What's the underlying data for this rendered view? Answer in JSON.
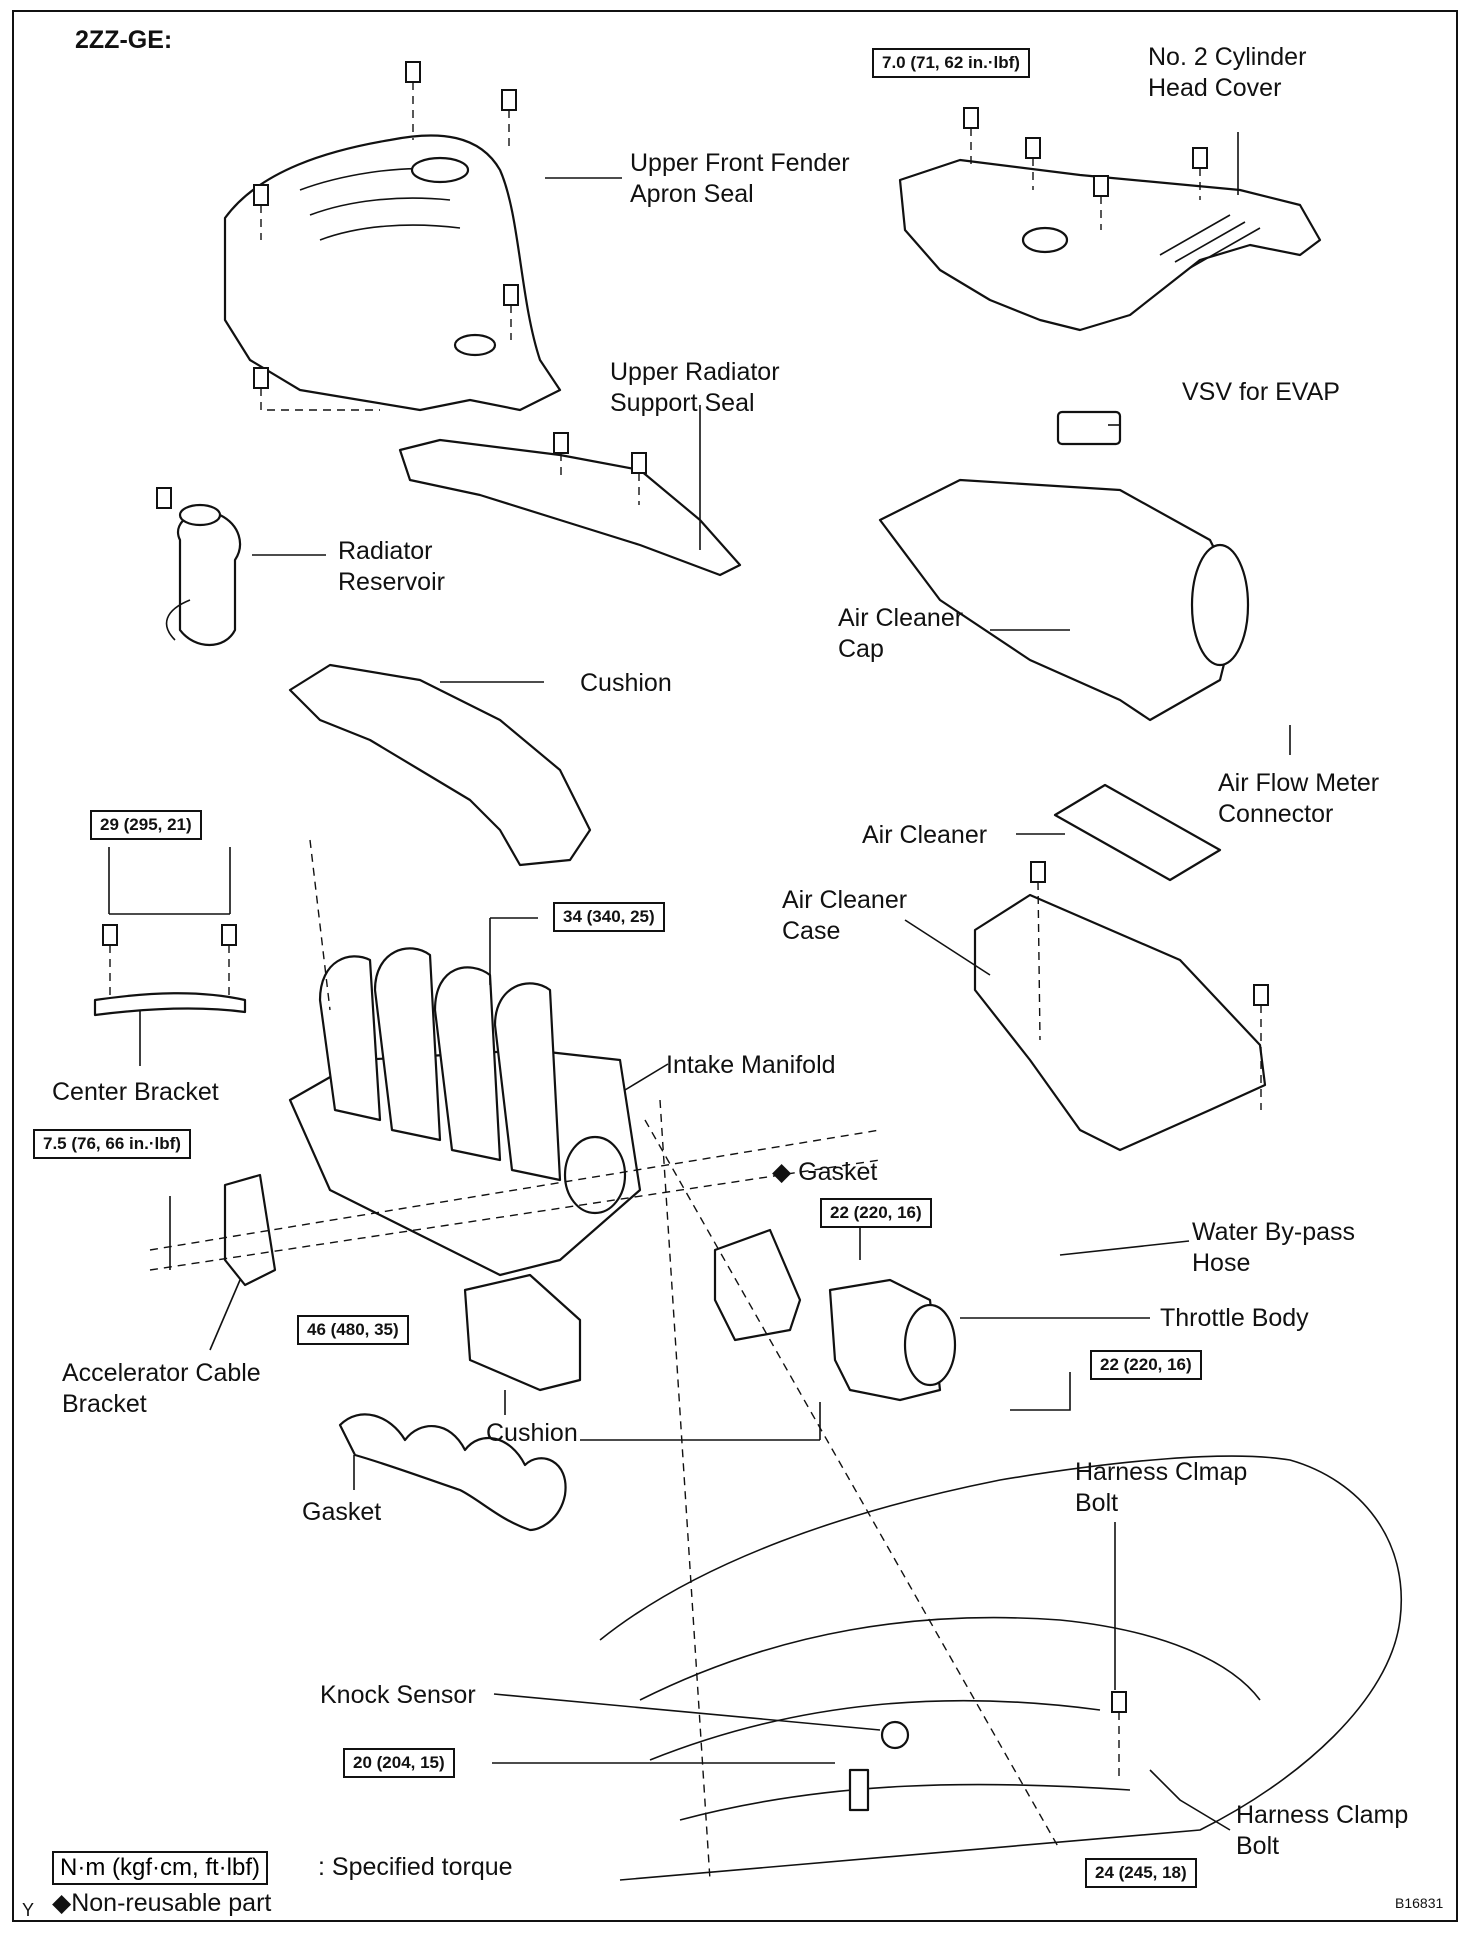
{
  "diagram": {
    "engine_code": "2ZZ-GE:",
    "parts": {
      "upper_front_fender_apron_seal": "Upper Front Fender\nApron Seal",
      "no2_cylinder_head_cover": "No. 2 Cylinder\nHead Cover",
      "upper_radiator_support_seal": "Upper Radiator\nSupport Seal",
      "vsv_for_evap": "VSV for EVAP",
      "radiator_reservoir": "Radiator\nReservoir",
      "air_cleaner_cap": "Air Cleaner\nCap",
      "cushion_upper": "Cushion",
      "air_flow_meter_connector": "Air Flow Meter\nConnector",
      "air_cleaner": "Air Cleaner",
      "air_cleaner_case": "Air Cleaner\nCase",
      "center_bracket": "Center Bracket",
      "intake_manifold": "Intake Manifold",
      "gasket_throttle": "◆ Gasket",
      "water_bypass_hose": "Water By-pass\nHose",
      "throttle_body": "Throttle Body",
      "accelerator_cable_bracket": "Accelerator Cable\nBracket",
      "cushion_lower": "Cushion",
      "gasket_manifold": "Gasket",
      "harness_clamp_bolt_upper": "Harness Clmap\nBolt",
      "knock_sensor": "Knock Sensor",
      "harness_clamp_bolt_lower": "Harness Clamp\nBolt"
    },
    "torques": {
      "head_cover": "7.0 (71, 62 in.·lbf)",
      "center_bracket": "29 (295, 21)",
      "manifold_upper": "34 (340, 25)",
      "accel_bracket": "7.5 (76, 66 in.·lbf)",
      "throttle_upper": "22 (220, 16)",
      "throttle_lower": "22 (220, 16)",
      "manifold_lower": "46 (480, 35)",
      "knock_sensor": "20 (204, 15)",
      "harness_clamp": "24 (245, 18)"
    },
    "legend": {
      "torque_unit": "N·m (kgf·cm, ft·lbf)",
      "torque_desc": ": Specified torque",
      "non_reusable": "◆Non-reusable part"
    },
    "corner_mark": "Y",
    "figure_id": "B16831"
  }
}
